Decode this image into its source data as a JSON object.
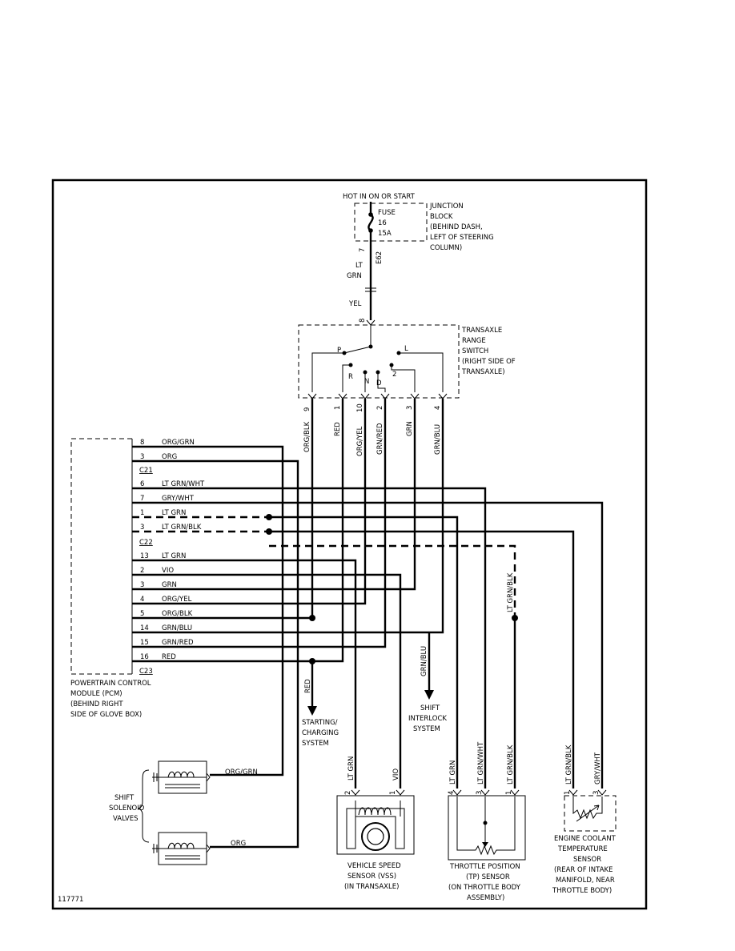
{
  "figure_id": "117771",
  "power_source": {
    "label": "HOT IN ON OR START"
  },
  "junction_block": {
    "lines": [
      "JUNCTION",
      "BLOCK",
      "(BEHIND DASH,",
      "LEFT OF STEERING",
      "COLUMN)"
    ],
    "fuse_lines": [
      "FUSE",
      "16",
      "15A"
    ],
    "pin": "7",
    "connector": "E62"
  },
  "power_wire": {
    "colors": [
      "LT",
      "GRN"
    ],
    "after_connector": "YEL",
    "switch_pin": "8"
  },
  "transaxle_range_switch": {
    "lines": [
      "TRANSAXLE",
      "RANGE",
      "SWITCH",
      "(RIGHT SIDE OF",
      "TRANSAXLE)"
    ],
    "positions": [
      "P",
      "L",
      "R",
      "N",
      "D",
      "2"
    ],
    "outputs": [
      {
        "pin": "9",
        "color": "ORG/BLK"
      },
      {
        "pin": "1",
        "color": "RED"
      },
      {
        "pin": "10",
        "color": "ORG/YEL"
      },
      {
        "pin": "2",
        "color": "GRN/RED"
      },
      {
        "pin": "3",
        "color": "GRN"
      },
      {
        "pin": "4",
        "color": "GRN/BLU"
      }
    ]
  },
  "pcm": {
    "lines": [
      "POWERTRAIN CONTROL",
      "MODULE (PCM)",
      "(BEHIND RIGHT",
      "SIDE OF GLOVE BOX)"
    ],
    "connectors": [
      "C21",
      "C22",
      "C23"
    ],
    "pins": [
      {
        "pin": "8",
        "color": "ORG/GRN"
      },
      {
        "pin": "3",
        "color": "ORG"
      },
      {
        "pin": "6",
        "color": "LT GRN/WHT"
      },
      {
        "pin": "7",
        "color": "GRY/WHT"
      },
      {
        "pin": "1",
        "color": "LT GRN"
      },
      {
        "pin": "3",
        "color": "LT GRN/BLK"
      },
      {
        "pin": "13",
        "color": "LT GRN"
      },
      {
        "pin": "2",
        "color": "VIO"
      },
      {
        "pin": "3",
        "color": "GRN"
      },
      {
        "pin": "4",
        "color": "ORG/YEL"
      },
      {
        "pin": "5",
        "color": "ORG/BLK"
      },
      {
        "pin": "14",
        "color": "GRN/BLU"
      },
      {
        "pin": "15",
        "color": "GRN/RED"
      },
      {
        "pin": "16",
        "color": "RED"
      }
    ]
  },
  "starting_charging": {
    "wire": "RED",
    "lines": [
      "STARTING/",
      "CHARGING",
      "SYSTEM"
    ]
  },
  "shift_interlock": {
    "wire": "GRN/BLU",
    "lines": [
      "SHIFT",
      "INTERLOCK",
      "SYSTEM"
    ]
  },
  "shift_solenoids": {
    "lines": [
      "SHIFT",
      "SOLENOID",
      "VALVES"
    ],
    "wires": [
      "ORG/GRN",
      "ORG"
    ]
  },
  "vss": {
    "lines": [
      "VEHICLE SPEED",
      "SENSOR (VSS)",
      "(IN TRANSAXLE)"
    ],
    "pins": [
      {
        "pin": "2",
        "color": "LT GRN"
      },
      {
        "pin": "1",
        "color": "VIO"
      }
    ]
  },
  "tp_sensor": {
    "lines": [
      "THROTTLE POSITION",
      "(TP) SENSOR",
      "(ON THROTTLE BODY",
      "ASSEMBLY)"
    ],
    "pins": [
      {
        "pin": "4",
        "color": "LT GRN"
      },
      {
        "pin": "3",
        "color": "LT GRN/WHT"
      },
      {
        "pin": "1",
        "color": "LT GRN/BLK"
      }
    ]
  },
  "ect_sensor": {
    "lines": [
      "ENGINE COOLANT",
      "TEMPERATURE",
      "SENSOR",
      "(REAR OF INTAKE",
      "MANIFOLD, NEAR",
      "THROTTLE BODY)"
    ],
    "pins": [
      {
        "pin": "1",
        "color": "LT GRN/BLK"
      },
      {
        "pin": "3",
        "color": "GRY/WHT"
      }
    ]
  },
  "shield_wire": "LT GRN/BLK"
}
